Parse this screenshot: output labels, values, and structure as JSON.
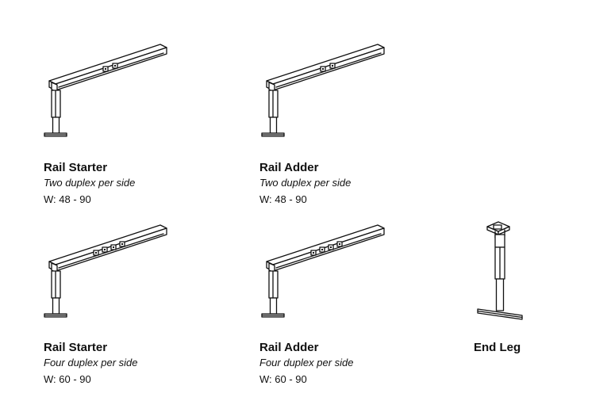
{
  "products": [
    {
      "id": "rail-starter-two",
      "name": "Rail Starter",
      "description": "Two duplex per side",
      "width": "W: 48 - 90",
      "icon": "rail-starter-icon",
      "outlets": 2
    },
    {
      "id": "rail-adder-two",
      "name": "Rail Adder",
      "description": "Two duplex per side",
      "width": "W: 48 - 90",
      "icon": "rail-adder-icon",
      "outlets": 2
    },
    {
      "id": "rail-starter-four",
      "name": "Rail Starter",
      "description": "Four duplex per side",
      "width": "W: 60 - 90",
      "icon": "rail-starter-icon",
      "outlets": 4
    },
    {
      "id": "rail-adder-four",
      "name": "Rail Adder",
      "description": "Four duplex per side",
      "width": "W: 60 - 90",
      "icon": "rail-adder-icon",
      "outlets": 4
    },
    {
      "id": "end-leg",
      "name": "End Leg",
      "icon": "end-leg-icon"
    }
  ]
}
